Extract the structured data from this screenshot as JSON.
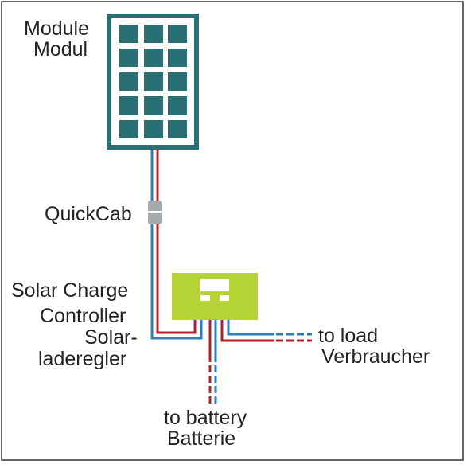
{
  "labels": {
    "module_en": "Module",
    "module_de": "Modul",
    "quickcab": "QuickCab",
    "controller_line1": "Solar Charge",
    "controller_line2": "Controller",
    "controller_de_line1": "Solar-",
    "controller_de_line2": "laderegler",
    "load_en": "to load",
    "load_de": "Verbraucher",
    "battery_en": "to battery",
    "battery_de": "Batterie"
  },
  "colors": {
    "frame": "#2a6f73",
    "panel_cell": "#2a6f73",
    "controller": "#b5d334",
    "wire_positive": "#b4202a",
    "wire_negative": "#2c7fb8",
    "connector": "#a7aaad",
    "border": "#333333"
  }
}
